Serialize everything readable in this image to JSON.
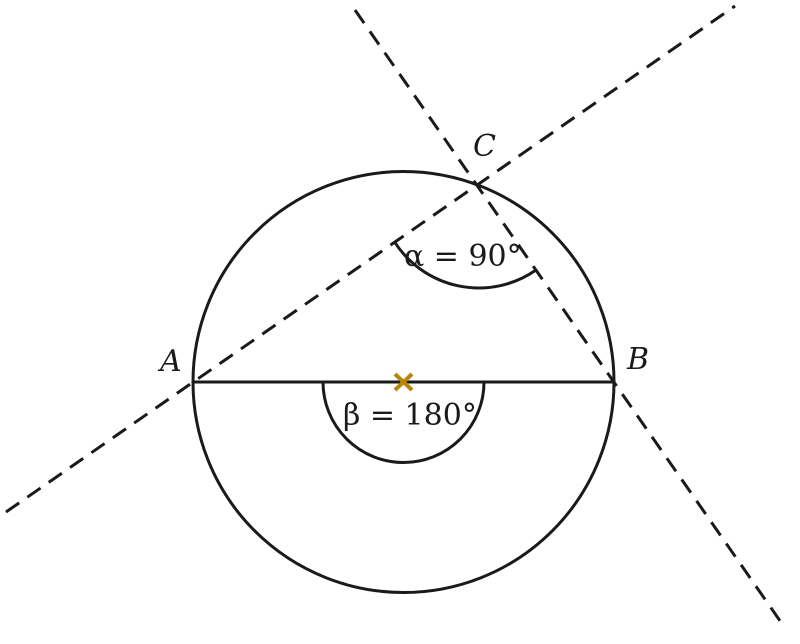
{
  "points": {
    "A": "A",
    "B": "B",
    "C": "C"
  },
  "angles": {
    "alpha": "α = 90°",
    "beta": "β = 180°"
  },
  "icons": {
    "center_marker": "cross-marker-icon"
  },
  "colors": {
    "line": "#1a1a1a",
    "center_marker": "#b8860b"
  }
}
